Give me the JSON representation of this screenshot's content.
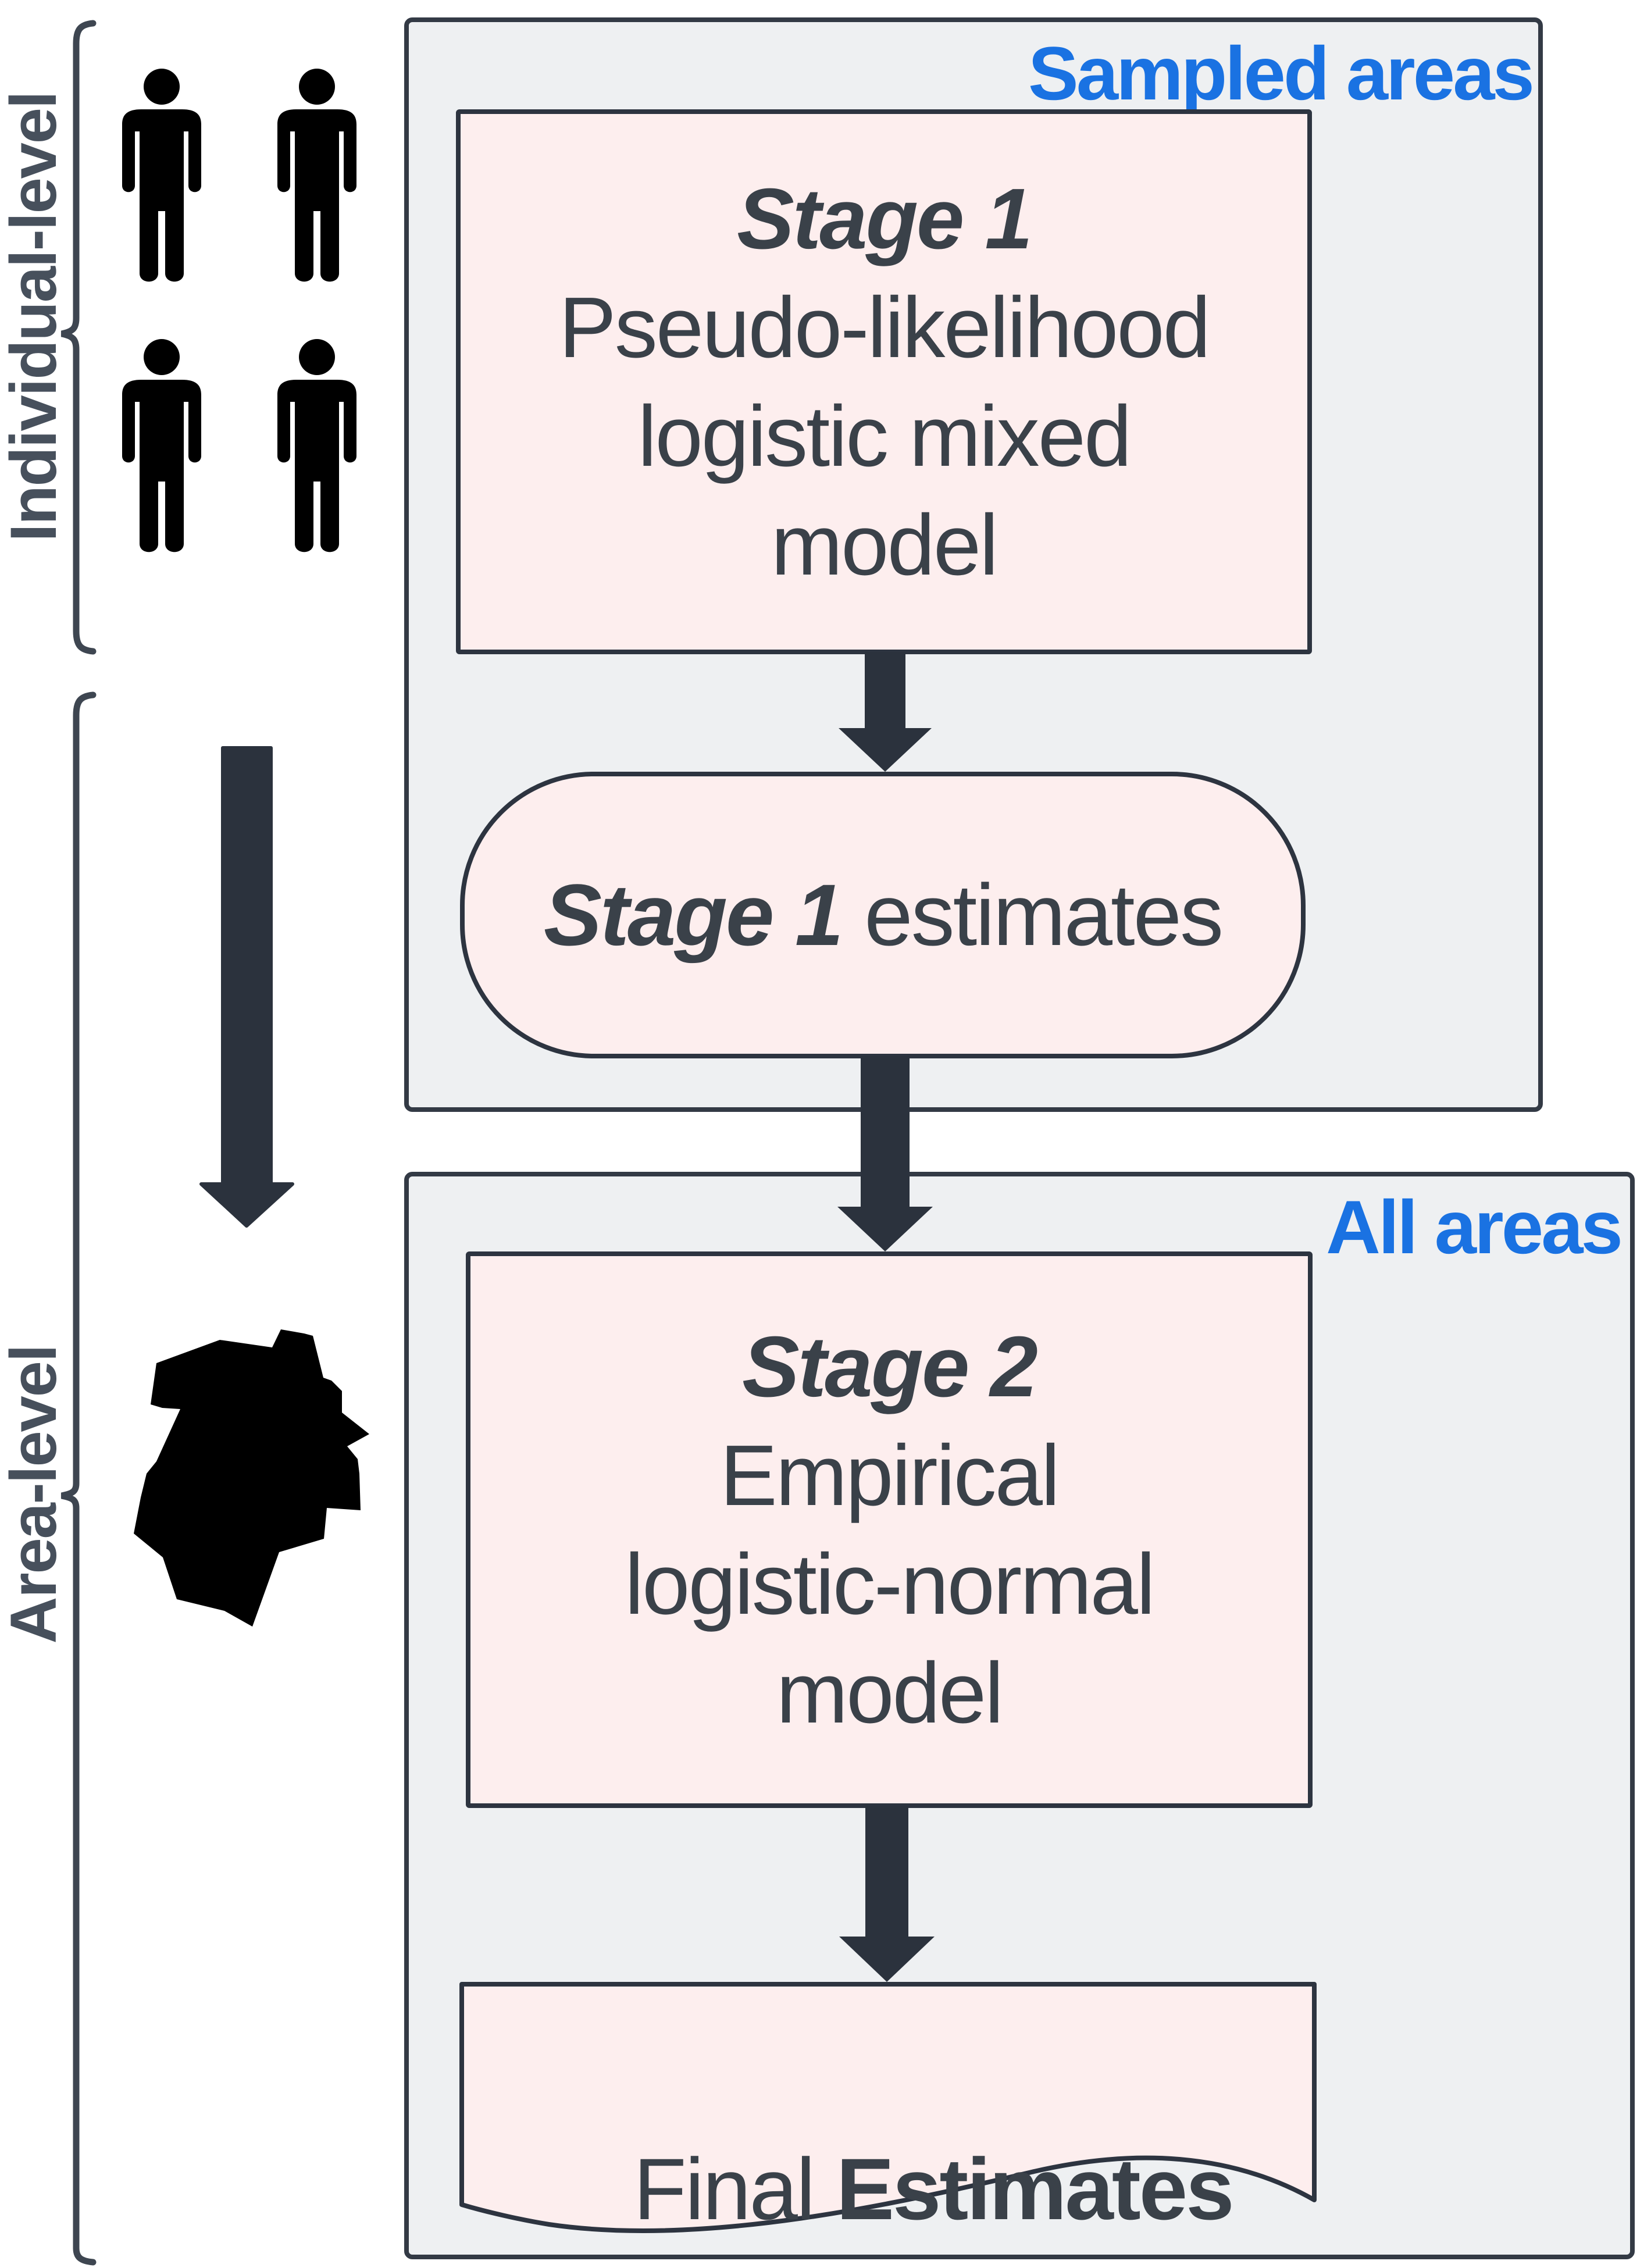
{
  "diagram_title": "",
  "colors": {
    "panel_fill": "#eef0f2",
    "panel_border": "#333a45",
    "node_fill": "#fdeeee",
    "node_border": "#2d3440",
    "accent_blue": "#1a72e2",
    "text_dark": "#3a4149",
    "side_label_gray": "#47505c",
    "arrow_dark": "#2b323d",
    "icon_black": "#000000"
  },
  "left_rail": {
    "individual_label": "Individual-level",
    "area_label": "Area-level",
    "person_icons": [
      "person",
      "person",
      "person",
      "person"
    ],
    "map_icon": "region-map"
  },
  "panels": {
    "sampled": {
      "label": "Sampled areas"
    },
    "all": {
      "label": "All areas"
    }
  },
  "nodes": {
    "stage1_box": {
      "title": "Stage 1",
      "lines": [
        "Pseudo-likelihood",
        "logistic mixed",
        "model"
      ]
    },
    "stage1_estimates": {
      "title": "Stage 1",
      "suffix": " estimates"
    },
    "stage2_box": {
      "title": "Stage 2",
      "lines": [
        "Empirical",
        "logistic-normal",
        "model"
      ]
    },
    "final_estimates": {
      "prefix": "Final ",
      "bold": "Estimates"
    }
  }
}
